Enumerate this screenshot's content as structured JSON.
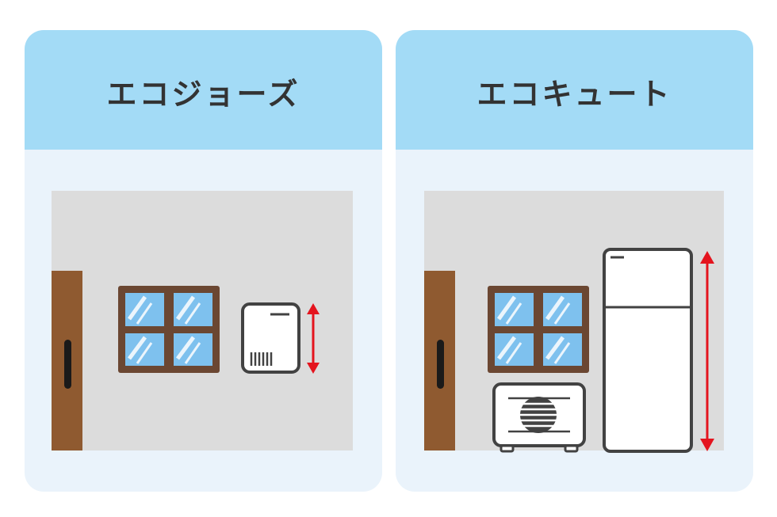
{
  "panels": [
    {
      "title": "エコジョーズ",
      "appliance": "wall-mounted-water-heater",
      "height_indicator": "short"
    },
    {
      "title": "エコキュート",
      "appliance": "heat-pump-unit-and-storage-tank",
      "height_indicator": "tall"
    }
  ],
  "colors": {
    "header": "#a3dbf6",
    "panel_bg": "#eaf3fb",
    "wall": "#dcdcdc",
    "door": "#8f5a30",
    "window_frame": "#6b4732",
    "glass": "#7ec1ee",
    "arrow": "#e4141e",
    "outline": "#424242"
  },
  "icons": [
    "door-icon",
    "window-icon",
    "water-heater-icon",
    "heat-pump-icon",
    "storage-tank-icon",
    "height-arrow-icon"
  ]
}
